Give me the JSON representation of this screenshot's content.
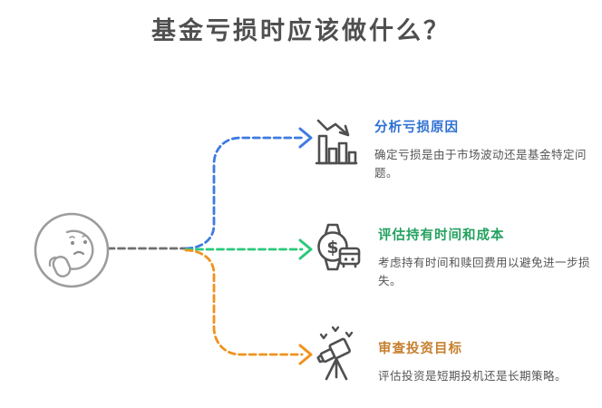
{
  "header": {
    "title": "基金亏损时应该做什么？"
  },
  "center": {
    "icon": "thinking-face-icon"
  },
  "branches": [
    {
      "icon": "declining-bar-chart-icon",
      "heading": "分析亏损原因",
      "description": "确定亏损是由于市场波动还是基金特定问题。",
      "line_color": "#3e7be0",
      "heading_color": "#2d6fd1"
    },
    {
      "icon": "watch-dollar-icon",
      "icon_symbol": "$",
      "heading": "评估持有时间和成本",
      "description": "考虑持有时间和赎回费用以避免进一步损失。",
      "line_color": "#2bc97a",
      "heading_color": "#23a15f"
    },
    {
      "icon": "telescope-icon",
      "heading": "审查投资目标",
      "description": "评估投资是短期投机还是长期策略。",
      "line_color": "#f0921e",
      "heading_color": "#c6802e"
    }
  ],
  "colors": {
    "background": "#ffffff",
    "title_text": "#4f4f4f",
    "body_text": "#555555",
    "icon_stroke": "#4f4f4f",
    "face_stroke": "#9c9c9c",
    "trunk_line": "#6f6f6f",
    "branch_blue": "#3e7be0",
    "branch_green": "#2bc97a",
    "branch_orange": "#f0921e"
  }
}
